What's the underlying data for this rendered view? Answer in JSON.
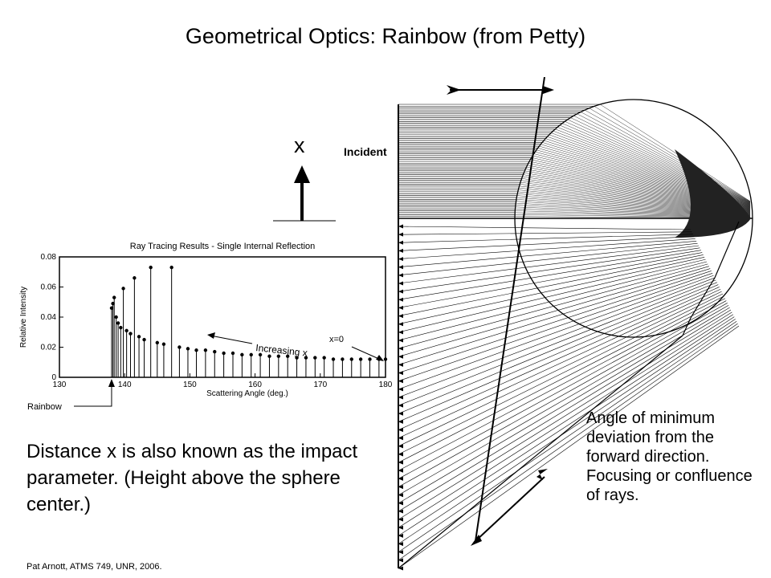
{
  "slide": {
    "title": "Geometrical Optics:  Rainbow (from Petty)",
    "x_label": "x",
    "body_text": "Distance x is also known as the impact parameter. (Height above the sphere center.)",
    "side_note": "Angle of minimum deviation from the forward direction. Focusing or confluence of rays.",
    "footer": "Pat Arnott, ATMS 749, UNR, 2006."
  },
  "diagram": {
    "incident_label": "Incident"
  },
  "chart_data": {
    "type": "scatter",
    "style": "stem",
    "title": "Ray Tracing Results - Single Internal Reflection",
    "xlabel": "Scattering Angle (deg.)",
    "ylabel": "Relative Intensity",
    "xlim": [
      130,
      180
    ],
    "ylim": [
      0,
      0.08
    ],
    "xticks": [
      130,
      140,
      150,
      160,
      170,
      180
    ],
    "xtick_labels": [
      "130",
      "140",
      "150",
      "160",
      "170",
      "180"
    ],
    "yticks": [
      0,
      0.02,
      0.04,
      0.06,
      0.08
    ],
    "ytick_labels": [
      "0",
      "0.02",
      "0.04",
      "0.06",
      "0.08"
    ],
    "annotations": {
      "increasing": "Increasing x",
      "x0": "x=0",
      "rainbow": "Rainbow"
    },
    "x": [
      138.0,
      138.2,
      138.4,
      138.7,
      139.0,
      139.4,
      139.8,
      140.3,
      140.9,
      141.5,
      142.2,
      143.0,
      144.0,
      145.0,
      146.0,
      147.2,
      148.4,
      149.7,
      151.0,
      152.4,
      153.8,
      155.2,
      156.6,
      158.0,
      159.4,
      160.8,
      162.2,
      163.6,
      165.0,
      166.4,
      167.8,
      169.2,
      170.6,
      172.0,
      173.4,
      174.8,
      176.2,
      177.6,
      179.0,
      180.0
    ],
    "y": [
      0.046,
      0.049,
      0.053,
      0.04,
      0.036,
      0.033,
      0.059,
      0.031,
      0.029,
      0.066,
      0.027,
      0.025,
      0.073,
      0.023,
      0.022,
      0.073,
      0.02,
      0.019,
      0.018,
      0.018,
      0.017,
      0.016,
      0.016,
      0.015,
      0.015,
      0.015,
      0.014,
      0.014,
      0.014,
      0.013,
      0.013,
      0.013,
      0.013,
      0.012,
      0.012,
      0.012,
      0.012,
      0.012,
      0.012,
      0.012
    ]
  }
}
